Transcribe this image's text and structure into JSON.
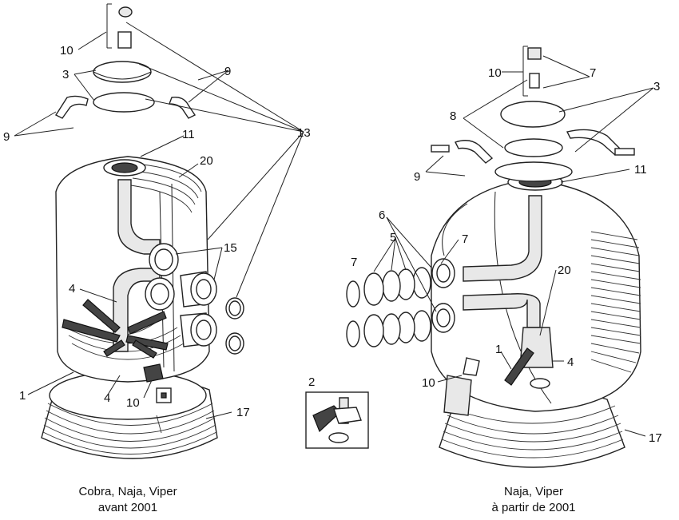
{
  "left_assembly": {
    "caption_line1": "Cobra, Naja, Viper",
    "caption_line2": "avant 2001",
    "callouts": [
      "10",
      "3",
      "9",
      "9",
      "13",
      "11",
      "20",
      "15",
      "4",
      "1",
      "4",
      "10",
      "17"
    ]
  },
  "right_assembly": {
    "caption_line1": "Naja, Viper",
    "caption_line2": "à partir de 2001",
    "callouts": [
      "10",
      "7",
      "8",
      "3",
      "9",
      "11",
      "6",
      "5",
      "7",
      "7",
      "20",
      "1",
      "4",
      "10",
      "17"
    ]
  },
  "inset": {
    "callout": "2"
  }
}
